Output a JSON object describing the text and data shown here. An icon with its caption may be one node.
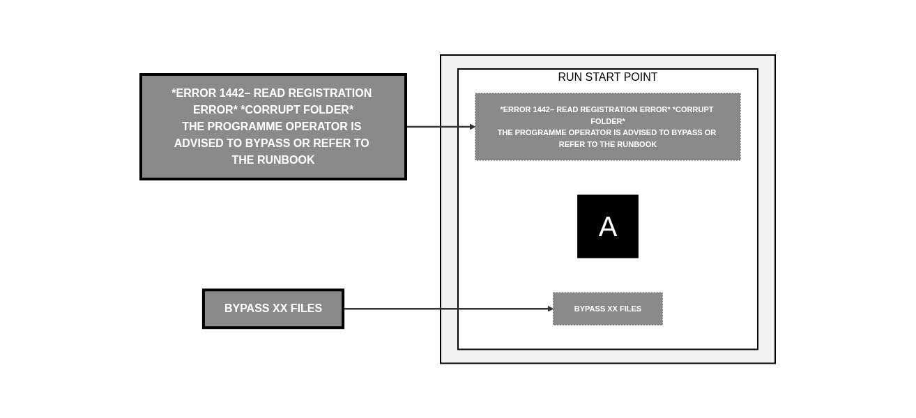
{
  "diagram": {
    "nodes": [
      {
        "text": [
          "*ERROR 1442– READ REGISTRATION ERROR* *CORRUPT FOLDER*",
          "THE PROGRAMME OPERATOR IS ADVISED TO BYPASS OR REFER TO THE RUNBOOK"
        ]
      },
      {
        "text": [
          "BYPASS XX FILES"
        ]
      },
      {
        "text": [],
        "shape": "box"
      },
      {
        "text": [
          "RUN START POINT"
        ],
        "in": 2
      },
      {
        "text": [
          "*ERROR 1442– READ REGISTRATION ERROR* *CORRUPT FOLDER*",
          "THE PROGRAMME OPERATOR IS ADVISED TO BYPASS OR REFER TO THE RUNBOOK"
        ],
        "in": 3
      },
      {
        "text": [
          "A"
        ],
        "in": 3
      },
      {
        "text": [
          "BYPASS XX FILES"
        ],
        "in": 3
      }
    ],
    "edges": [
      {
        "from": 0,
        "to": 4,
        "arrow": "to"
      },
      {
        "from": 1,
        "to": 6,
        "arrow": "to"
      }
    ]
  }
}
